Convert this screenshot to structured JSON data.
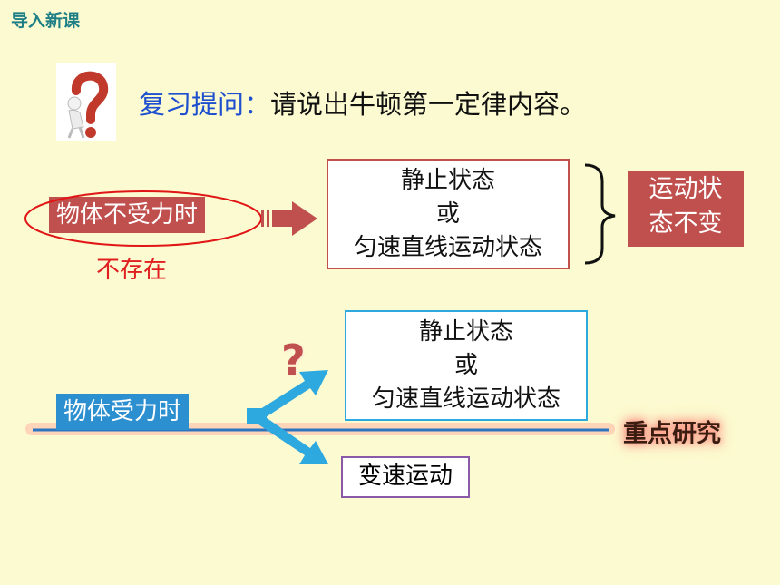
{
  "header": {
    "title": "导入新课"
  },
  "review": {
    "prefix": "复习提问：",
    "text": "请说出牛顿第一定律内容。"
  },
  "no_force": {
    "label": "物体不受力时",
    "note": "不存在",
    "states": {
      "line1": "静止状态",
      "line2": "或",
      "line3": "匀速直线运动状态"
    },
    "result": {
      "line1": "运动状",
      "line2": "态不变"
    }
  },
  "with_force": {
    "label": "物体受力时",
    "question_mark": "?",
    "states": {
      "line1": "静止状态",
      "line2": "或",
      "line3": "匀速直线运动状态"
    },
    "variable_speed": "变速运动",
    "focus_label": "重点研究"
  },
  "colors": {
    "background": "#fcfad0",
    "header": "#1f7f86",
    "accent_blue": "#1d4fcf",
    "red_box": "#c0504d",
    "blue_box": "#2b8fd0",
    "blue_line": "#2e75c0"
  },
  "icons": {
    "question": "question-mark-figure-icon"
  }
}
